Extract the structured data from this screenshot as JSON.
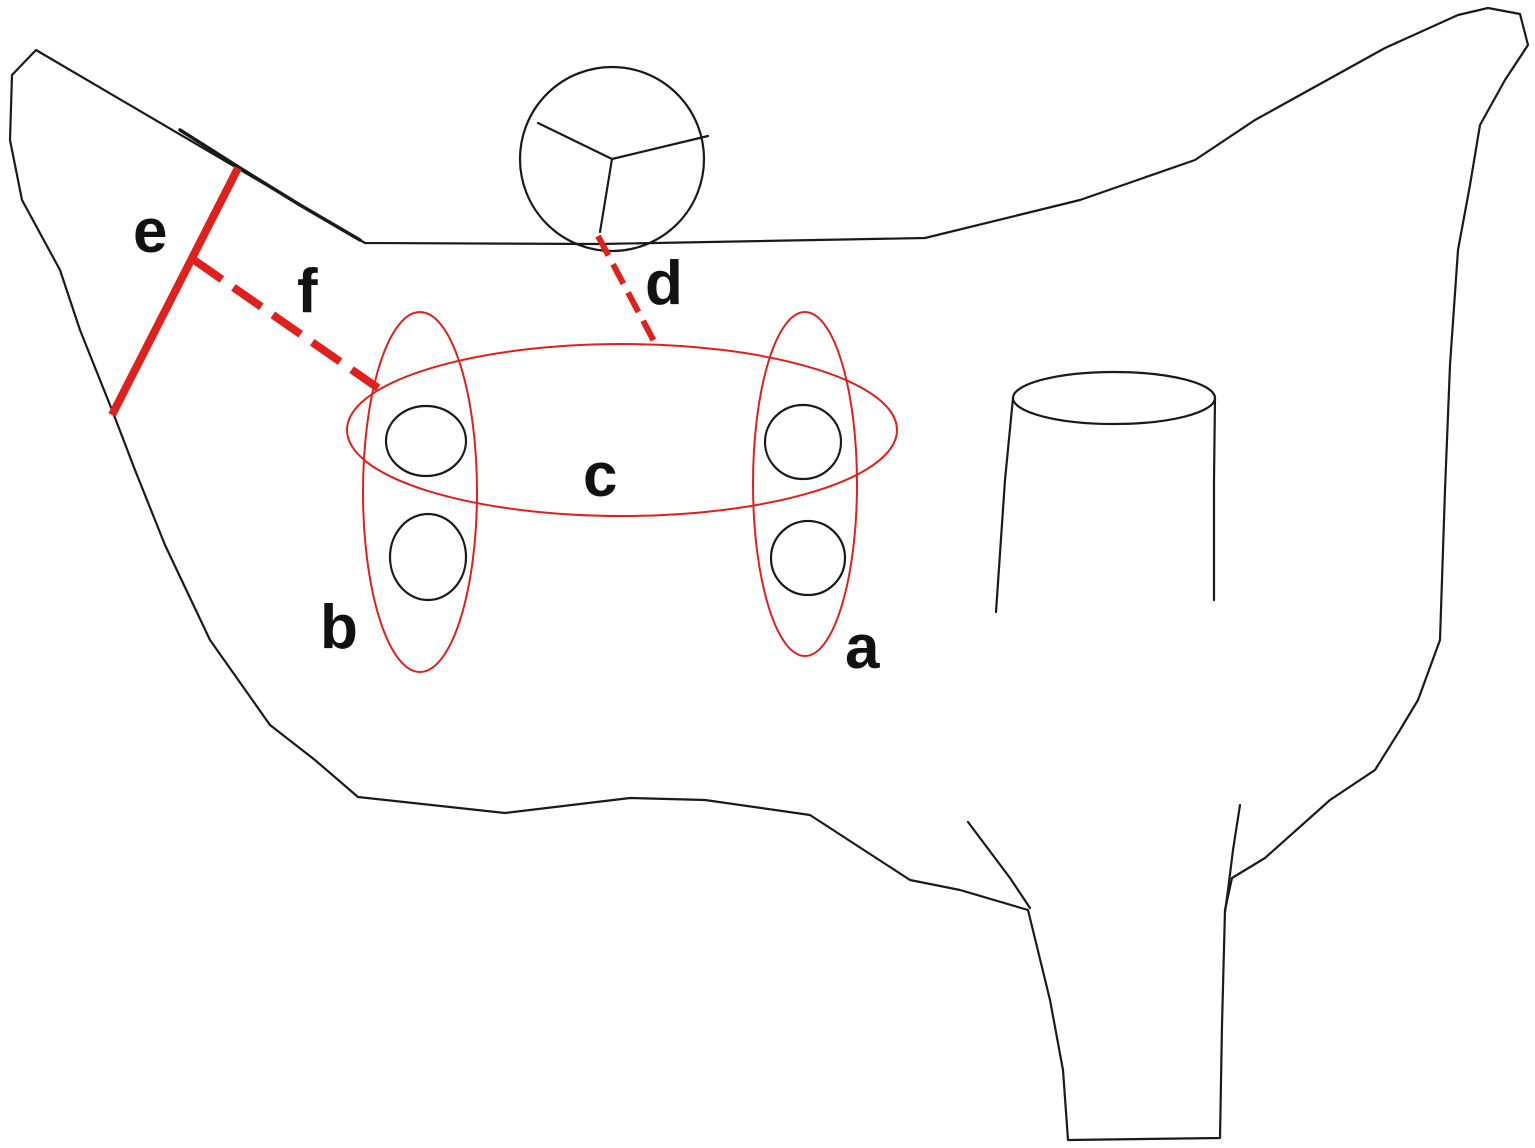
{
  "labels": {
    "a": "a",
    "b": "b",
    "c": "c",
    "d": "d",
    "e": "e",
    "f": "f"
  },
  "colors": {
    "outline": "#1a1a1a",
    "annotation": "#e0201c"
  }
}
